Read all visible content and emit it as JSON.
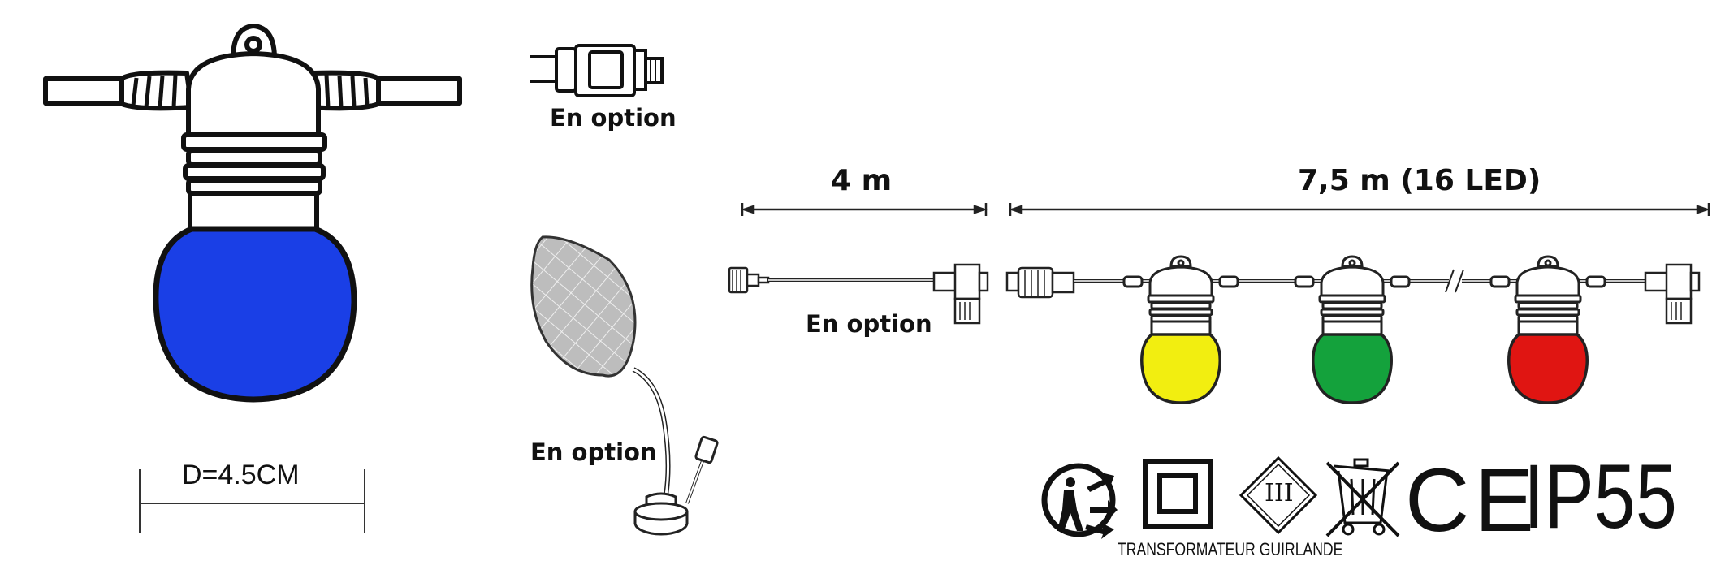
{
  "labels": {
    "option_plug": "En option",
    "option_solar": "En option",
    "option_cable": "En option",
    "diameter": "D=4.5CM",
    "length_extension": "4 m",
    "length_string": "7,5 m (16 LED)",
    "ip_rating": "IP55",
    "ce_mark": "CE",
    "transformer_caption": "TRANSFORMATEUR GUIRLANDE",
    "class_three": "III"
  },
  "colors": {
    "bulb_large": "#1a3fe6",
    "bulb_yellow": "#f2ee10",
    "bulb_green": "#14a23c",
    "bulb_red": "#e01512",
    "outline": "#111111"
  },
  "icons": [
    "recycling-figure-icon",
    "double-insulation-icon",
    "class-three-icon",
    "crossed-bin-icon"
  ]
}
